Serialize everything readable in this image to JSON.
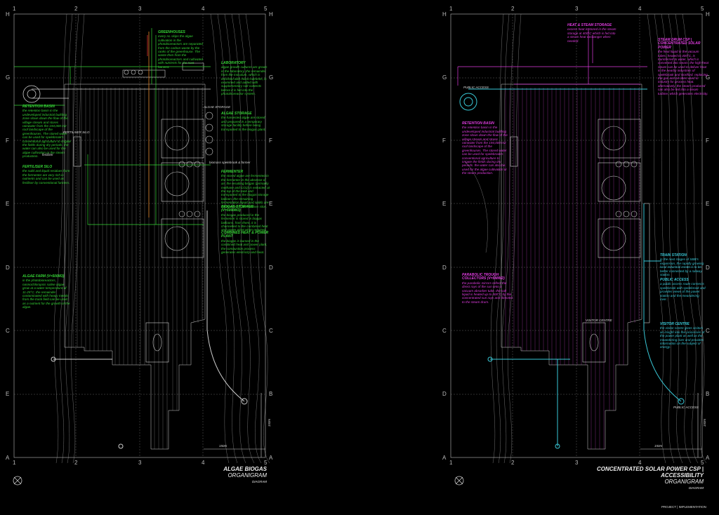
{
  "grid": {
    "cols": [
      "1",
      "2",
      "3",
      "4",
      "5"
    ],
    "rows": [
      "H",
      "G",
      "F",
      "E",
      "D",
      "C",
      "B",
      "A"
    ]
  },
  "scale": {
    "h": "150m",
    "v": "150m"
  },
  "left": {
    "title": "ALGAE BIOGAS",
    "subtitle": "ORGANIGRAM",
    "caption": "DIAGRAM",
    "labels": {
      "algae_storage": "ALGAE STORAGE",
      "fertilizer_silo": "FERTILISER SILO",
      "fertilizer": "fertilizer",
      "biomass": "biomass spelebrook & former"
    },
    "notes": [
      {
        "head": "GREENHOUSES",
        "body": "every AL skips the algae cultivation in the photobioreactors are separated from the carbon waste by the ranks of the greenhouse. The waste then from the photobioreactors and cultivated with nutrients for the next harvest."
      },
      {
        "head": "LABORATORY",
        "body": "algae growth cultures are grown in the laboratory, the remainder from the inoculum, which is enriched with micro-nutrients, is examined and added with supplementary salt contents before it is fed into the photobioreactor system."
      },
      {
        "head": "RETENTION BASIN",
        "body": "the retention basin in the undeveloped industrial building zone slows down the flow of the village stream and stores rainwater from the 194,000 m2 roof landscape of the greenhouses. The stored water can be used for spelebrook's conventional agriculture to irrigate the fields during dry periods. the water can also be used for the algae cultivation or the steam production."
      },
      {
        "head": "ALGAE STORAGE",
        "body": "the harvested algae are stored and prepared in a temporary storage facility before being transported to the biogas plant."
      },
      {
        "head": "FERTILISER SILO",
        "body": "the solid and liquid residues from the fermenter are very rich in nutrients and can be used as fertiliser by conventional farmers."
      },
      {
        "head": "FERMENTER",
        "body": "the stored algae are fermented in the fermenter in the absence of air. the resulting biogas (primarily methane and CO2) is extracted at the top of the tank and transported to the biogas storage balloon. the remaining fermentation liquid and solids are transported to the fertiliser silos."
      },
      {
        "head": "BIOGAS STORAGE (V=5000m3)",
        "body": "the biogas produced in the fermenter is stored in biogas balloons. from there, it is channelled to the combined heat and power plant when required."
      },
      {
        "head": "COMBINED HEAT & POWER PLANT",
        "body": "the biogas is burned in the combined heat and power plant, the combustion process generates electricity and heat."
      },
      {
        "head": "ALGAE FARM (V=500m3)",
        "body": "in the photobioreactors, nannochloropsis saline algae grow at a water temperature of 11-25°C. the remainder contaminated with heavy metals from the track field can be used as a nutrient for the growth of the algae."
      }
    ]
  },
  "right": {
    "title": "CONCENTRATED SOLAR POWER CSP | ACCESSIBILITY",
    "subtitle": "ORGANIGRAM",
    "caption": "DIAGRAM",
    "footer": "PROJECT | IMPLEMENTATION",
    "labels": {
      "public_access_top": "PUBLIC ACCESS",
      "visitor_centre": "VISITOR CENTRE",
      "public_access_bottom": "PUBLIC ACCESS"
    },
    "notes": [
      {
        "head": "HEAT & STEAM STORAGE",
        "body": "excess heat is stored in the steam storage at 400°C which is fed into a steam heat exchanger when needed."
      },
      {
        "head": "STEAM DRUM CSP | CONCENTRATED SOLAR POWER",
        "body": "the heat liquid in the vacuum tubes, heated to 400°C, is transferred to water, which is converted into steam. the high-heat steam can be used to deliver heat in the nearby industries of spelebrook and stortford. replacing the gas and oil often used in industry for process heat. alternatively, the steam produced can also be fed into a steam turbine, which generates electricity."
      },
      {
        "head": "RETENTION BASIN",
        "body": "the retention basin in the undeveloped industrial building zone slows down the flow of the village stream and stores rainwater from the 194,000 m2 roof landscape of the greenhouses. The stored water can be used for spelebrook's conventional agriculture to irrigate the fields during dry periods. the water can also be used for the algae cultivation or the steam production."
      },
      {
        "head": "PARABOLIC TROUGH COLLECTORS (V=5m/m2)",
        "body": "the parabolic mirrors reflect the direct rays of the sun onto a vacuum absorber tube. the salt liquid is heated up to 400°C by the concentrated sun rays and directed to the steam drum."
      },
      {
        "head": "TRAIN STATION",
        "body": "in the next stages of SBB's expansion, the rapidly growing local industrial estate is to be better connected by a railway station."
      },
      {
        "head": "PUBLIC ACCESS",
        "body": "a public access route connects spelebrook with spelebrook and provides views of the power station and the meandering river."
      },
      {
        "head": "VISITOR CENTRE",
        "body": "the visitor centre gives visitors an insight into the processes of the power plant as well as the meandering river and provides information on the subject of energy."
      }
    ]
  }
}
